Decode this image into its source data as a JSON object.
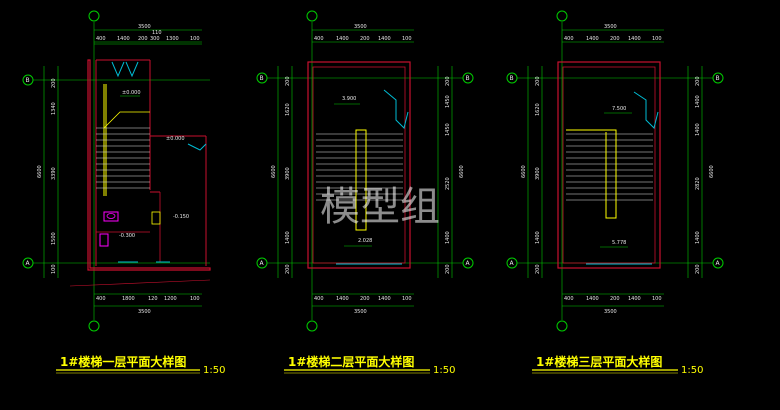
{
  "watermark": "模型组",
  "colors": {
    "background": "#000000",
    "wall": "#c8102e",
    "dimension": "#00cc00",
    "stairs": "#ffff00",
    "door": "#00bcd4",
    "text": "#e8e8e8",
    "title": "#ffff00",
    "fixture": "#ff00ff"
  },
  "plans": [
    {
      "title": "1#楼梯一层平面大样图",
      "scale": "1:50",
      "top_total": "3500",
      "top_dims": [
        "400",
        "1400",
        "200",
        "300",
        "1300",
        "100"
      ],
      "top_small": "110",
      "bottom_total": "3500",
      "bottom_dims": [
        "400",
        "1800",
        "120",
        "1200",
        "100"
      ],
      "left_total": "6600",
      "left_dims": [
        "200",
        "1340",
        "3390",
        "1500",
        "100"
      ],
      "right_dims": [],
      "elevations": [
        "±0.000",
        "±0.000",
        "-0.150",
        "-0.300"
      ],
      "grid_top": "B",
      "grid_bottom": "A"
    },
    {
      "title": "1#楼梯二层平面大样图",
      "scale": "1:50",
      "top_total": "3500",
      "top_dims": [
        "400",
        "1400",
        "200",
        "1400",
        "100"
      ],
      "top_small": "",
      "bottom_total": "3500",
      "bottom_dims": [
        "400",
        "1400",
        "200",
        "1400",
        "100"
      ],
      "left_total": "6600",
      "left_dims": [
        "200",
        "1620",
        "3900",
        "1400",
        "200"
      ],
      "right_total": "6600",
      "right_dims": [
        "200",
        "1450",
        "1450",
        "2520",
        "1400",
        "200"
      ],
      "elevations": [
        "3.900",
        "2.028"
      ],
      "grid_top": "B",
      "grid_bottom": "A"
    },
    {
      "title": "1#楼梯三层平面大样图",
      "scale": "1:50",
      "top_total": "3500",
      "top_dims": [
        "400",
        "1400",
        "200",
        "1400",
        "100"
      ],
      "top_small": "",
      "bottom_total": "3500",
      "bottom_dims": [
        "400",
        "1400",
        "200",
        "1400",
        "100"
      ],
      "left_total": "6600",
      "left_dims": [
        "200",
        "1620",
        "3900",
        "1400",
        "200"
      ],
      "right_total": "6600",
      "right_dims": [
        "200",
        "1400",
        "1400",
        "2820",
        "1400",
        "200"
      ],
      "elevations": [
        "7.500",
        "5.778"
      ],
      "grid_top": "B",
      "grid_bottom": "A"
    }
  ]
}
